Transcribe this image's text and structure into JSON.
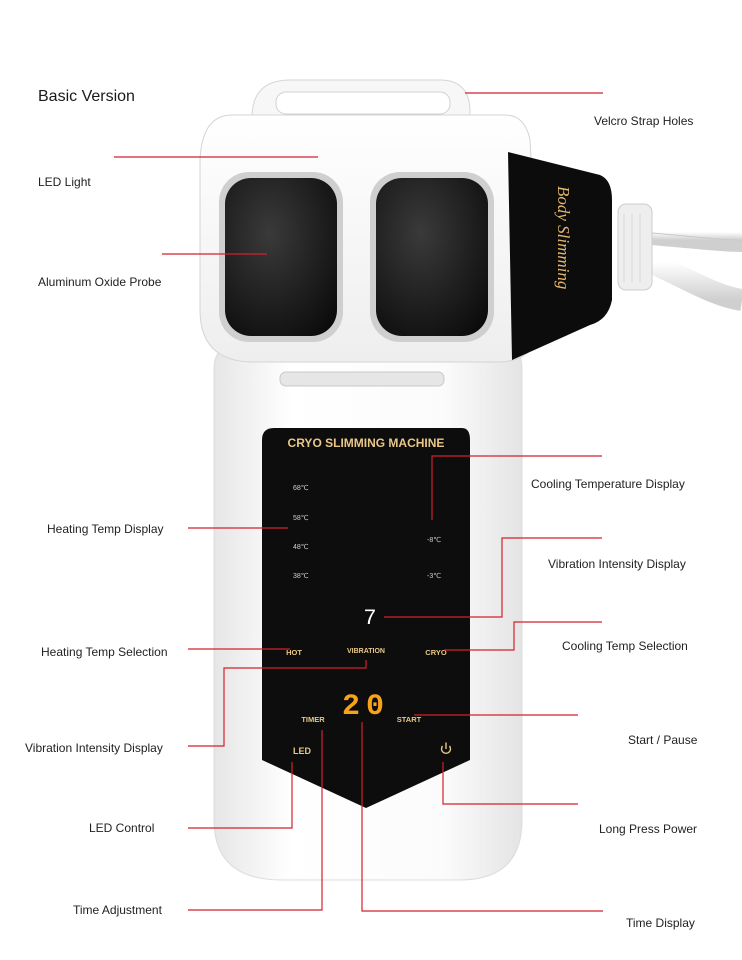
{
  "title": "Basic Version",
  "device": {
    "brand_text": "Body Slimming",
    "panel_title": "CRYO SLIMMING MACHINE",
    "heat_levels": [
      "68℃",
      "58℃",
      "48℃",
      "38℃"
    ],
    "cool_levels": [
      "-8℃",
      "-3℃"
    ],
    "vibration_value": "7",
    "timer_value": "20",
    "buttons": {
      "hot": "HOT",
      "vibration": "VIBRATION",
      "cryo": "CRYO",
      "timer": "TIMER",
      "start": "START",
      "led": "LED"
    }
  },
  "callouts": {
    "velcro_strap_holes": "Velcro Strap Holes",
    "led_light": "LED Light",
    "aluminum_oxide_probe": "Aluminum Oxide Probe",
    "cooling_temperature_display": "Cooling Temperature Display",
    "heating_temp_display": "Heating Temp Display",
    "vibration_intensity_display_right": "Vibration Intensity Display",
    "heating_temp_selection": "Heating Temp Selection",
    "cooling_temp_selection": "Cooling Temp Selection",
    "vibration_intensity_display_left": "Vibration Intensity Display",
    "start_pause": "Start / Pause",
    "led_control": "LED Control",
    "long_press_power": "Long Press Power",
    "time_adjustment": "Time Adjustment",
    "time_display": "Time Display"
  },
  "colors": {
    "callout_line": "#d4212d",
    "panel": "#0d0d0d",
    "panel_text_gold": "#e8c888",
    "digit": "#f7a21b",
    "body": "#f4f4f4",
    "probe": "#1a1a1a"
  }
}
